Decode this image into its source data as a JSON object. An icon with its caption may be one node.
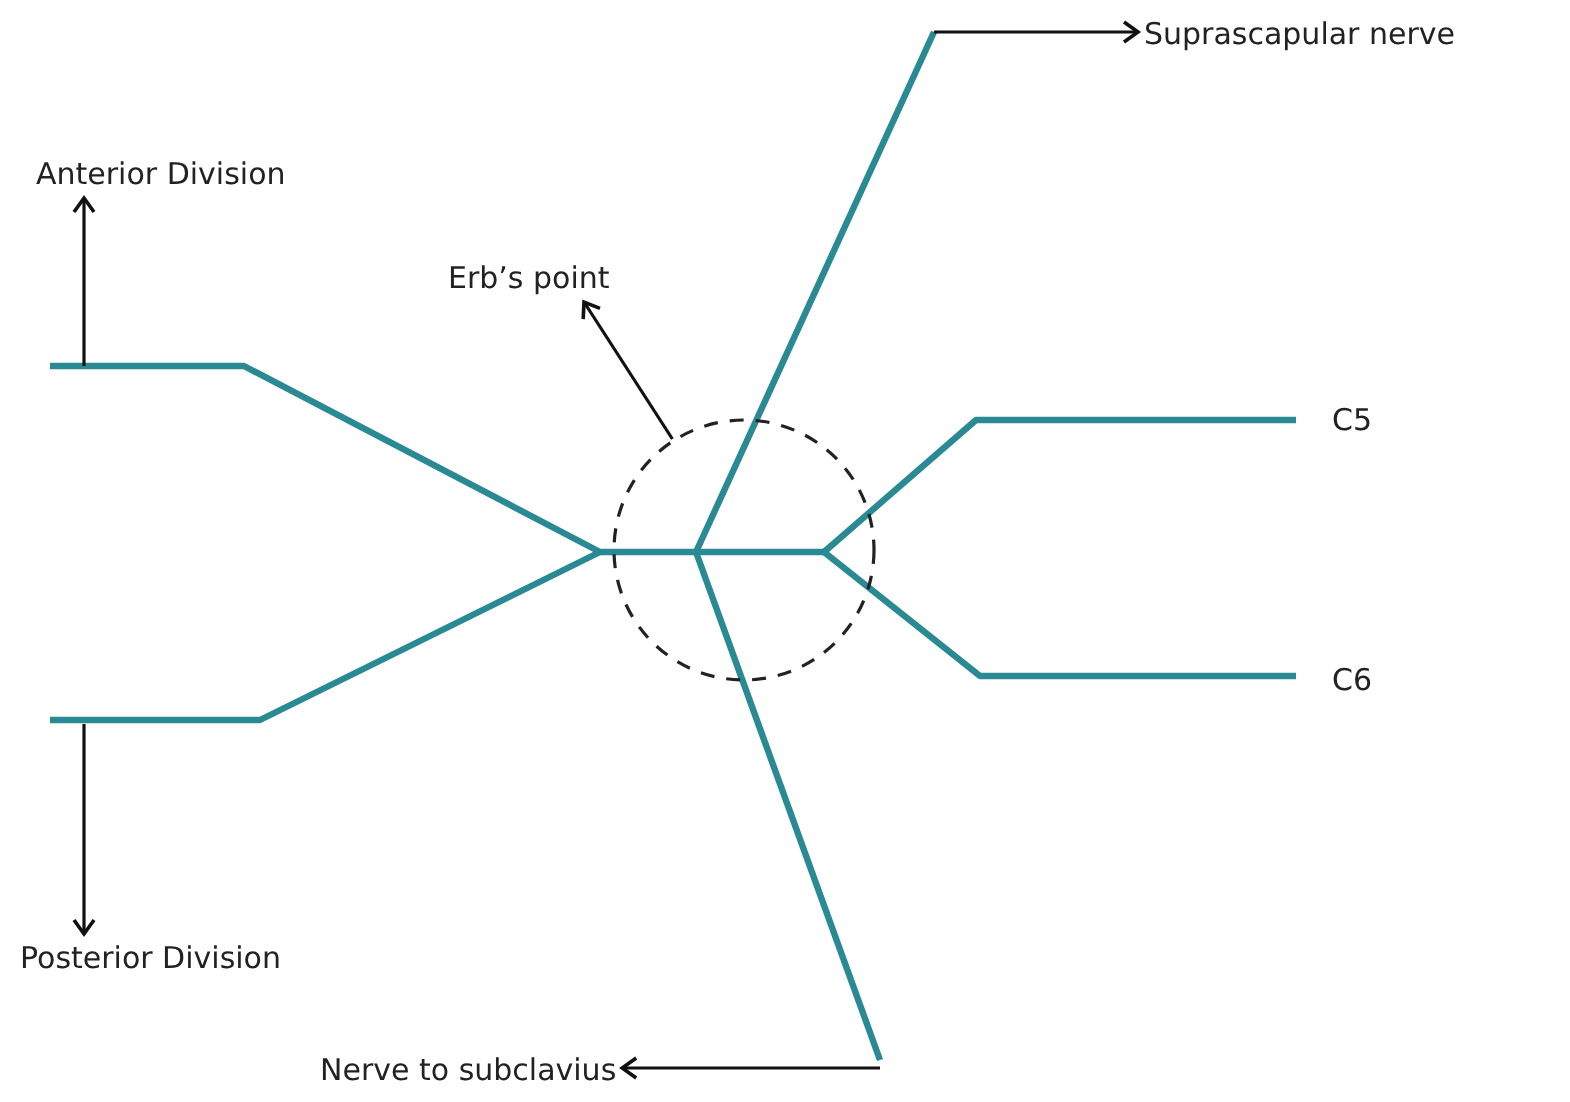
{
  "diagram": {
    "nodes": [
      {
        "text": [
          "Anterior Division"
        ]
      },
      {
        "text": [
          "Erb’s point"
        ]
      },
      {
        "text": [
          "Suprascapular nerve"
        ]
      },
      {
        "text": [
          "Posterior Division"
        ]
      },
      {
        "text": [
          "Nerve to subclavius"
        ]
      },
      {
        "text": [],
        "shape": "circle"
      }
    ],
    "edges": [
      {
        "from": null,
        "to": 0,
        "arrow": "to"
      },
      {
        "from": 5,
        "to": 1,
        "arrow": "to"
      },
      {
        "from": null,
        "to": 2,
        "arrow": "to"
      },
      {
        "from": null,
        "to": 3,
        "arrow": "to"
      },
      {
        "from": null,
        "to": 4,
        "arrow": "to"
      }
    ],
    "labels": [
      "C5",
      "C6"
    ]
  }
}
